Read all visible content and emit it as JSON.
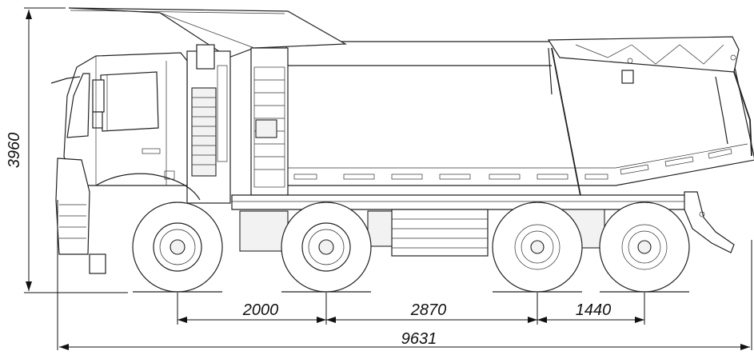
{
  "dimensions": {
    "height_label": "3960",
    "wheelbase_1_label": "2000",
    "wheelbase_2_label": "2870",
    "wheelbase_3_label": "1440",
    "overall_length_label": "9631"
  },
  "colors": {
    "line": "#222222",
    "background": "#ffffff"
  }
}
